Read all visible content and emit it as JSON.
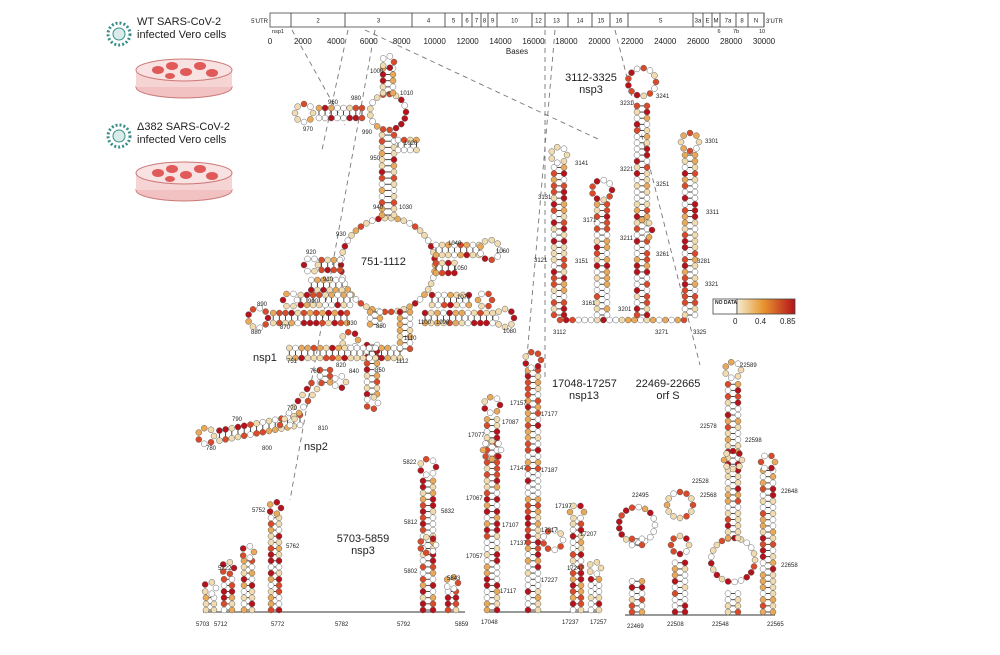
{
  "legend": {
    "wt_line1": "WT SARS-CoV-2",
    "wt_line2": "infected Vero cells",
    "d382_line1": "Δ382 SARS-CoV-2",
    "d382_line2": "infected Vero cells"
  },
  "genome": {
    "utr5": "5'UTR",
    "utr3": "3'UTR",
    "segments": [
      "2",
      "3",
      "4",
      "5",
      "6",
      "7",
      "8",
      "9",
      "10",
      "12",
      "13",
      "14",
      "15",
      "16",
      "S",
      "3a",
      "E",
      "M",
      "7a",
      "8",
      "N"
    ],
    "below_labels": [
      "nsp1",
      "6",
      "7b",
      "10"
    ],
    "ticks": [
      "0",
      "2000",
      "4000",
      "6000",
      "8000",
      "10000",
      "12000",
      "14000",
      "16000",
      "18000",
      "20000",
      "22000",
      "24000",
      "26000",
      "28000",
      "30000"
    ],
    "axis_label": "Bases"
  },
  "structures": [
    {
      "range": "751-1112",
      "name": ""
    },
    {
      "range": "3112-3325",
      "name": "nsp3"
    },
    {
      "range": "5703-5859",
      "name": "nsp3"
    },
    {
      "range": "17048-17257",
      "name": "nsp13"
    },
    {
      "range": "22469-22665",
      "name": "orf S"
    }
  ],
  "annotations": [
    "nsp1",
    "nsp2"
  ],
  "positions": {
    "s751": [
      "1000",
      "1010",
      "960",
      "950",
      "970",
      "980",
      "990",
      "1020",
      "940",
      "1030",
      "930",
      "1040",
      "1050",
      "1060",
      "920",
      "910",
      "900",
      "1070",
      "890",
      "880",
      "870",
      "1090",
      "1080",
      "1100",
      "830",
      "860",
      "1110",
      "1112",
      "751",
      "760",
      "820",
      "840",
      "850",
      "790",
      "800",
      "770",
      "810",
      "780"
    ],
    "s3112": [
      "3231",
      "3241",
      "3301",
      "3141",
      "3221",
      "3251",
      "3131",
      "3171",
      "3311",
      "3211",
      "3121",
      "3151",
      "3261",
      "3281",
      "3321",
      "3161",
      "3201",
      "3112",
      "3271",
      "3325"
    ],
    "s5703": [
      "5822",
      "5752",
      "5832",
      "5812",
      "5762",
      "5722",
      "5802",
      "5843",
      "5703",
      "5712",
      "5772",
      "5782",
      "5792",
      "5859"
    ],
    "s17048": [
      "17157",
      "17177",
      "17087",
      "17077",
      "17147",
      "17187",
      "17067",
      "17197",
      "17107",
      "17217",
      "17207",
      "17057",
      "17137",
      "17227",
      "17247",
      "17117",
      "17048",
      "17237",
      "17257"
    ],
    "s22469": [
      "22589",
      "22578",
      "22598",
      "22528",
      "22495",
      "22568",
      "22648",
      "22658",
      "22469",
      "22508",
      "22548",
      "22565"
    ]
  },
  "colorbar": {
    "no_data": "NO DATA",
    "ticks": [
      "0",
      "0.4",
      "0.85"
    ]
  },
  "colors": {
    "low": "#f2e6c8",
    "mid": "#e5892a",
    "high": "#b5121b",
    "nodata": "#ffffff",
    "cells": "#e86c6c",
    "dish": "#f6d4d4",
    "virus": "#3b8f8b"
  }
}
